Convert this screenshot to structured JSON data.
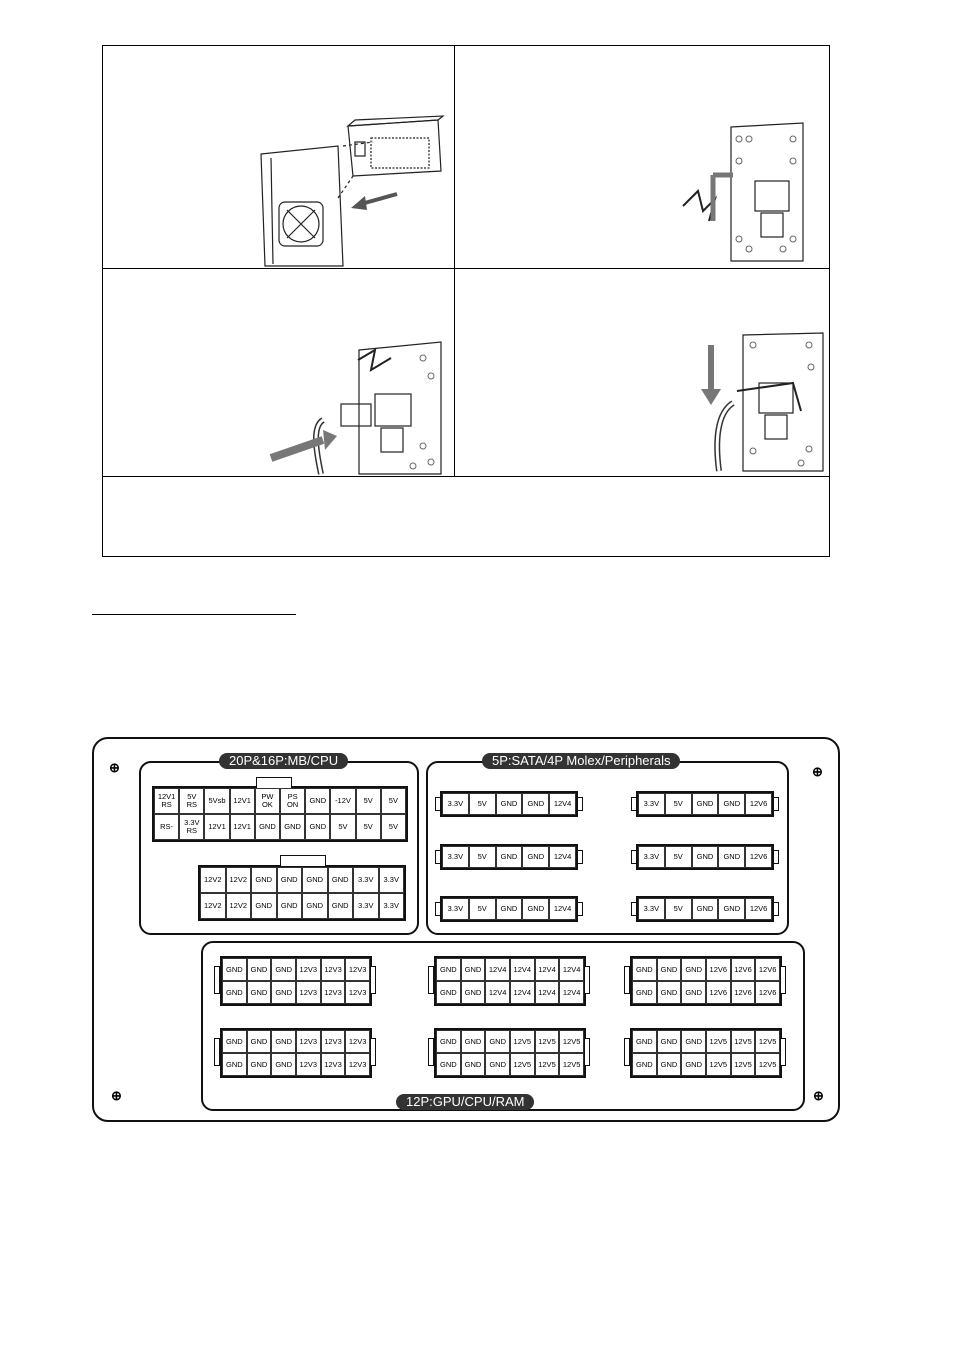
{
  "panel": {
    "group_mb_label": "20P&16P:MB/CPU",
    "group_peripheral_label": "5P:SATA/4P Molex/Peripherals",
    "group_gpu_label": "12P:GPU/CPU/RAM",
    "mb20": {
      "row1": [
        "12V1\nRS",
        "5V\nRS",
        "5Vsb",
        "12V1",
        "PW\nOK",
        "PS\nON",
        "GND",
        "-12V",
        "5V",
        "5V"
      ],
      "row2": [
        "RS-",
        "3.3V\nRS",
        "12V1",
        "12V1",
        "GND",
        "GND",
        "GND",
        "5V",
        "5V",
        "5V"
      ]
    },
    "cpu16": {
      "row1": [
        "12V2",
        "12V2",
        "GND",
        "GND",
        "GND",
        "GND",
        "3.3V",
        "3.3V"
      ],
      "row2": [
        "12V2",
        "12V2",
        "GND",
        "GND",
        "GND",
        "GND",
        "3.3V",
        "3.3V"
      ]
    },
    "sata_left": [
      [
        "3.3V",
        "5V",
        "GND",
        "GND",
        "12V4"
      ],
      [
        "3.3V",
        "5V",
        "GND",
        "GND",
        "12V4"
      ],
      [
        "3.3V",
        "5V",
        "GND",
        "GND",
        "12V4"
      ]
    ],
    "sata_right": [
      [
        "3.3V",
        "5V",
        "GND",
        "GND",
        "12V6"
      ],
      [
        "3.3V",
        "5V",
        "GND",
        "GND",
        "12V6"
      ],
      [
        "3.3V",
        "5V",
        "GND",
        "GND",
        "12V6"
      ]
    ],
    "gpu": [
      {
        "row1": [
          "GND",
          "GND",
          "GND",
          "12V3",
          "12V3",
          "12V3"
        ],
        "row2": [
          "GND",
          "GND",
          "GND",
          "12V3",
          "12V3",
          "12V3"
        ]
      },
      {
        "row1": [
          "GND",
          "GND",
          "12V4",
          "12V4",
          "12V4",
          "12V4"
        ],
        "row2": [
          "GND",
          "GND",
          "12V4",
          "12V4",
          "12V4",
          "12V4"
        ]
      },
      {
        "row1": [
          "GND",
          "GND",
          "GND",
          "12V6",
          "12V6",
          "12V6"
        ],
        "row2": [
          "GND",
          "GND",
          "GND",
          "12V6",
          "12V6",
          "12V6"
        ]
      },
      {
        "row1": [
          "GND",
          "GND",
          "GND",
          "12V3",
          "12V3",
          "12V3"
        ],
        "row2": [
          "GND",
          "GND",
          "GND",
          "12V3",
          "12V3",
          "12V3"
        ]
      },
      {
        "row1": [
          "GND",
          "GND",
          "GND",
          "12V5",
          "12V5",
          "12V5"
        ],
        "row2": [
          "GND",
          "GND",
          "GND",
          "12V5",
          "12V5",
          "12V5"
        ]
      },
      {
        "row1": [
          "GND",
          "GND",
          "GND",
          "12V5",
          "12V5",
          "12V5"
        ],
        "row2": [
          "GND",
          "GND",
          "GND",
          "12V5",
          "12V5",
          "12V5"
        ]
      }
    ]
  },
  "icons": {
    "screw": "screw-icon",
    "arrow": "arrow-icon"
  }
}
